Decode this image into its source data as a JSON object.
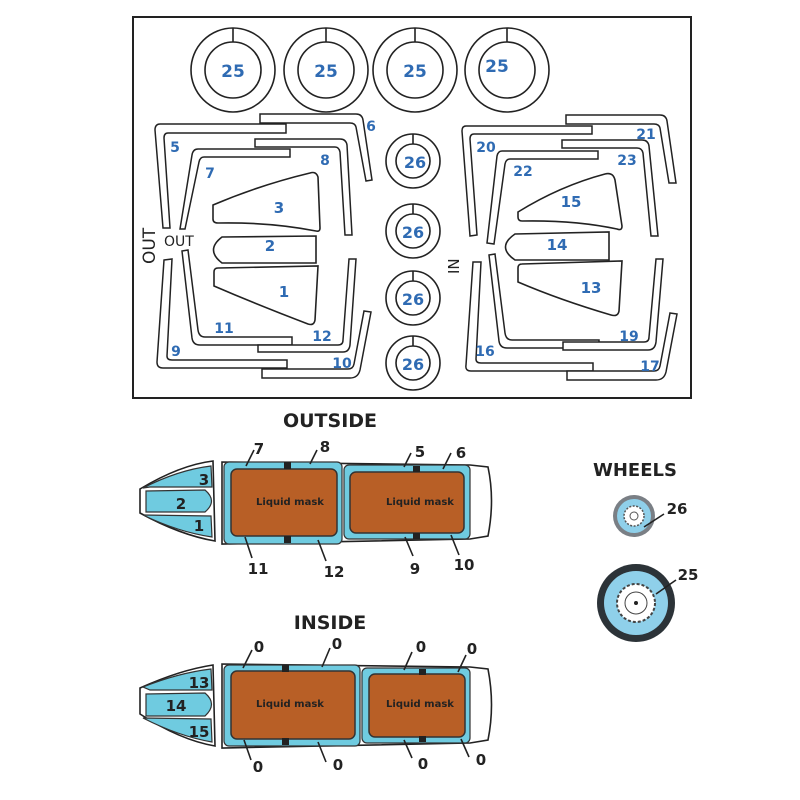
{
  "sheet": {
    "wheel_rings_large": [
      "25",
      "25",
      "25",
      "25"
    ],
    "wheel_rings_small": [
      "26",
      "26",
      "26",
      "26"
    ],
    "left_group": {
      "side_label": "OUT",
      "inner_label": "OUT",
      "frames": [
        "5",
        "6",
        "7",
        "8",
        "9",
        "10",
        "11",
        "12"
      ],
      "windows": [
        "3",
        "2",
        "1"
      ]
    },
    "right_group": {
      "side_label": "IN",
      "frames": [
        "20",
        "21",
        "22",
        "23",
        "16",
        "17",
        "19"
      ],
      "windows": [
        "15",
        "14",
        "13"
      ]
    }
  },
  "outside": {
    "title": "OUTSIDE",
    "nose_labels": [
      "3",
      "2",
      "1"
    ],
    "mask_label": "Liquid mask",
    "top_callouts": [
      "7",
      "8",
      "5",
      "6"
    ],
    "bottom_callouts": [
      "11",
      "12",
      "9",
      "10"
    ]
  },
  "inside": {
    "title": "INSIDE",
    "nose_labels": [
      "13",
      "14",
      "15"
    ],
    "mask_label": "Liquid mask",
    "top_callouts": [
      "0",
      "0",
      "0",
      "0"
    ],
    "bottom_callouts": [
      "0",
      "0",
      "0",
      "0"
    ]
  },
  "wheels": {
    "title": "WHEELS",
    "small_label": "26",
    "large_label": "25"
  },
  "colors": {
    "number_blue": "#2f6bb3",
    "mask_orange": "#b85f26",
    "canopy_cyan": "#6fcbe0"
  }
}
